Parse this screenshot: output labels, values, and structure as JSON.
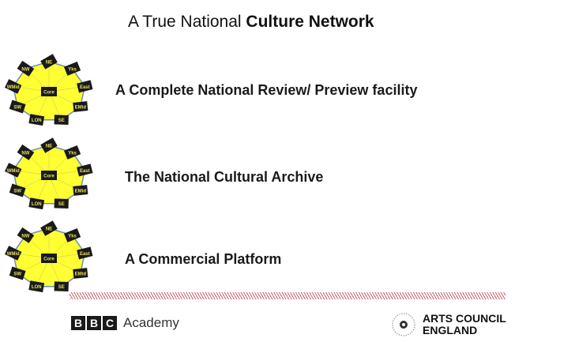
{
  "title": {
    "regular": "A True National ",
    "bold": "Culture Network"
  },
  "network_nodes": [
    "NE",
    "Yks",
    "East",
    "EMid",
    "SE",
    "LON",
    "SW",
    "WMid",
    "NW"
  ],
  "network_center": "Core",
  "rows": [
    {
      "caption": "A Complete National Review/ Preview facility"
    },
    {
      "caption": "The National Cultural Archive"
    },
    {
      "caption": "A Commercial Platform"
    }
  ],
  "footer": {
    "bbc_letters": [
      "B",
      "B",
      "C"
    ],
    "bbc_word": "Academy",
    "ace_line1": "ARTS COUNCIL",
    "ace_line2": "ENGLAND",
    "ace_seal_text": "ARTS COUNCIL ENGLAND"
  },
  "colors": {
    "node_fill": "#ffff33",
    "node_box": "#1a1a1a",
    "node_text": "#e8e060",
    "link": "#6e8fb0",
    "divider": "#c9616b"
  }
}
